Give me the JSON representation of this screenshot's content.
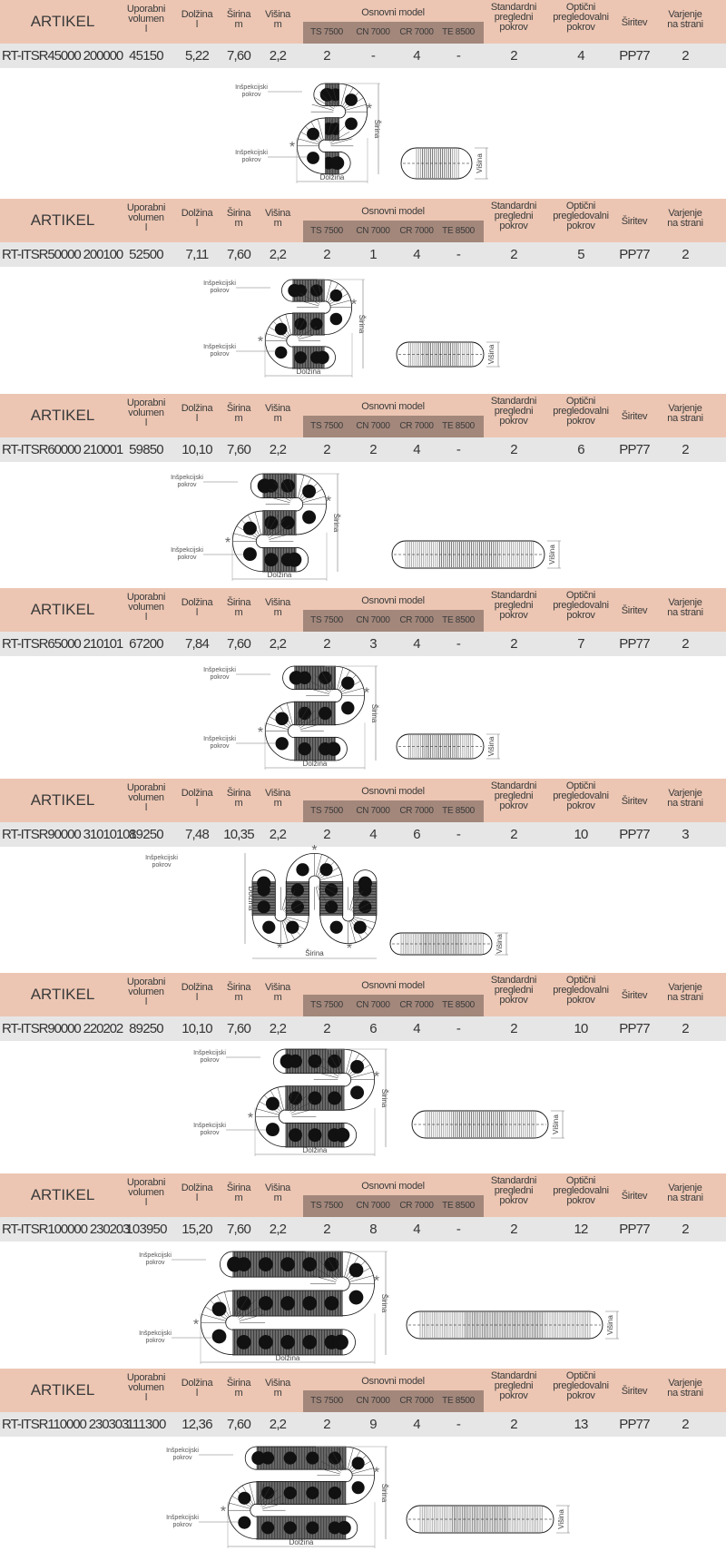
{
  "header": {
    "artikel": "ARTIKEL",
    "volumen": "Uporabni\nvolumen\nl",
    "dolzina": "Dolžina\nl",
    "sirina": "Širina\nm",
    "visina": "Višina\nm",
    "model": "Osnovni model",
    "ts": "TS 7500",
    "cn": "CN 7000",
    "cr": "CR 7000",
    "te": "TE 8500",
    "standardni": "Standardni\npregledni\npokrov",
    "opticni": "Optični\npregledovalni\npokrov",
    "siritev": "Širitev",
    "varjenje": "Varjenje\nna strani"
  },
  "labels": {
    "inspection": "Inšpekcijski\npokrov",
    "dolzina": "Dolžina",
    "sirina": "Širina",
    "visina": "Višina",
    "star": "*"
  },
  "sections": [
    {
      "artikel": "RT-ITSR45000 200000",
      "volumen": "45150",
      "dolzina": "5,22",
      "sirina": "7,60",
      "visina": "2,2",
      "ts": "2",
      "cn": "-",
      "cr": "4",
      "te": "-",
      "standardni": "2",
      "opticni": "4",
      "siritev": "PP77",
      "varjenje": "2"
    },
    {
      "artikel": "RT-ITSR50000 200100",
      "volumen": "52500",
      "dolzina": "7,11",
      "sirina": "7,60",
      "visina": "2,2",
      "ts": "2",
      "cn": "1",
      "cr": "4",
      "te": "-",
      "standardni": "2",
      "opticni": "5",
      "siritev": "PP77",
      "varjenje": "2"
    },
    {
      "artikel": "RT-ITSR60000 210001",
      "volumen": "59850",
      "dolzina": "10,10",
      "sirina": "7,60",
      "visina": "2,2",
      "ts": "2",
      "cn": "2",
      "cr": "4",
      "te": "-",
      "standardni": "2",
      "opticni": "6",
      "siritev": "PP77",
      "varjenje": "2"
    },
    {
      "artikel": "RT-ITSR65000 210101",
      "volumen": "67200",
      "dolzina": "7,84",
      "sirina": "7,60",
      "visina": "2,2",
      "ts": "2",
      "cn": "3",
      "cr": "4",
      "te": "-",
      "standardni": "2",
      "opticni": "7",
      "siritev": "PP77",
      "varjenje": "2"
    },
    {
      "artikel": "RT-ITSR90000 31010101",
      "volumen": "89250",
      "dolzina": "7,48",
      "sirina": "10,35",
      "visina": "2,2",
      "ts": "2",
      "cn": "4",
      "cr": "6",
      "te": "-",
      "standardni": "2",
      "opticni": "10",
      "siritev": "PP77",
      "varjenje": "3"
    },
    {
      "artikel": "RT-ITSR90000 220202",
      "volumen": "89250",
      "dolzina": "10,10",
      "sirina": "7,60",
      "visina": "2,2",
      "ts": "2",
      "cn": "6",
      "cr": "4",
      "te": "-",
      "standardni": "2",
      "opticni": "10",
      "siritev": "PP77",
      "varjenje": "2"
    },
    {
      "artikel": "RT-ITSR100000 230203",
      "volumen": "103950",
      "dolzina": "15,20",
      "sirina": "7,60",
      "visina": "2,2",
      "ts": "2",
      "cn": "8",
      "cr": "4",
      "te": "-",
      "standardni": "2",
      "opticni": "12",
      "siritev": "PP77",
      "varjenje": "2"
    },
    {
      "artikel": "RT-ITSR110000 230303",
      "volumen": "111300",
      "dolzina": "12,36",
      "sirina": "7,60",
      "visina": "2,2",
      "ts": "2",
      "cn": "9",
      "cr": "4",
      "te": "-",
      "standardni": "2",
      "opticni": "13",
      "siritev": "PP77",
      "varjenje": "2"
    }
  ],
  "colors": {
    "header": "#ecc6b3",
    "model_box": "#a3877b",
    "row": "#e6e6e6"
  }
}
